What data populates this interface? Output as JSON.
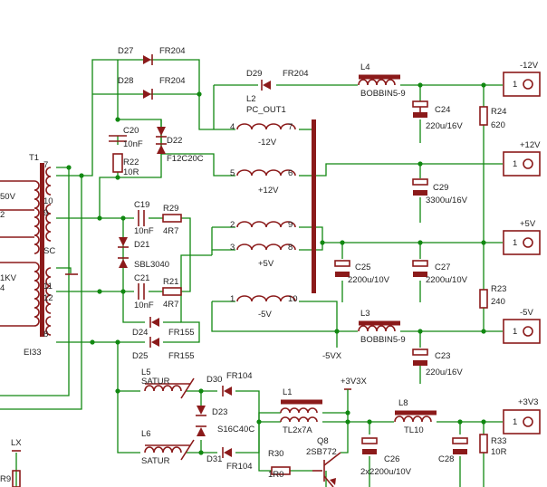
{
  "transformer": {
    "ref": "T1",
    "type": "EI33",
    "pins": [
      "7",
      "10",
      "9",
      "SC",
      "11",
      "12",
      "8"
    ],
    "left_labels": [
      "50V",
      "2",
      "",
      "1KV",
      "4"
    ]
  },
  "output_transformer": {
    "ref": "L2",
    "value": "PC_OUT1",
    "pin_labels": [
      "4",
      "7",
      "5",
      "6",
      "2",
      "9",
      "3",
      "8",
      "1",
      "10"
    ],
    "windings": [
      "-12V",
      "+12V",
      "+5V",
      "-5V"
    ]
  },
  "diodes": {
    "d27": {
      "ref": "D27",
      "value": "FR204"
    },
    "d28": {
      "ref": "D28",
      "value": "FR204"
    },
    "d29": {
      "ref": "D29",
      "value": "FR204"
    },
    "d22": {
      "ref": "D22",
      "value": "F12C20C"
    },
    "d21": {
      "ref": "D21",
      "value": "SBL3040"
    },
    "d24": {
      "ref": "D24",
      "value": "FR155"
    },
    "d25": {
      "ref": "D25",
      "value": "FR155"
    },
    "d30": {
      "ref": "D30",
      "value": "FR104"
    },
    "d31": {
      "ref": "D31",
      "value": "FR104"
    },
    "d23": {
      "ref": "D23",
      "value": "S16C40C"
    }
  },
  "capacitors": {
    "c20": {
      "ref": "C20",
      "value": "10nF"
    },
    "c19": {
      "ref": "C19",
      "value": "10nF"
    },
    "c21": {
      "ref": "C21",
      "value": "10nF"
    },
    "c24": {
      "ref": "C24",
      "value": "220u/16V"
    },
    "c29": {
      "ref": "C29",
      "value": "3300u/16V"
    },
    "c25": {
      "ref": "C25",
      "value": "2200u/10V"
    },
    "c27": {
      "ref": "C27",
      "value": "2200u/10V"
    },
    "c23": {
      "ref": "C23",
      "value": "220u/16V"
    },
    "c26": {
      "ref": "C26",
      "value": "2x2200u/10V"
    },
    "c28": {
      "ref": "C28",
      "value": ""
    }
  },
  "resistors": {
    "r22": {
      "ref": "R22",
      "value": "10R"
    },
    "r29": {
      "ref": "R29",
      "value": "4R7"
    },
    "r21": {
      "ref": "R21",
      "value": "4R7"
    },
    "r24": {
      "ref": "R24",
      "value": "620"
    },
    "r23": {
      "ref": "R23",
      "value": "240"
    },
    "r30": {
      "ref": "R30",
      "value": "1R0"
    },
    "r33": {
      "ref": "R33",
      "value": "10R"
    },
    "r9": {
      "ref": "R9"
    }
  },
  "inductors": {
    "l4": {
      "ref": "L4",
      "value": "BOBBIN5-9"
    },
    "l3": {
      "ref": "L3",
      "value": "BOBBIN5-9"
    },
    "l5": {
      "ref": "L5",
      "value": "SATUR"
    },
    "l6": {
      "ref": "L6",
      "value": "SATUR"
    },
    "l1": {
      "ref": "L1",
      "value": "TL2x7A"
    },
    "l8": {
      "ref": "L8",
      "value": "TL10"
    }
  },
  "transistor": {
    "ref": "Q8",
    "value": "2SB772"
  },
  "nets": {
    "m5vx": "-5VX",
    "p3v3x": "+3V3X",
    "lx": "LX"
  },
  "connectors": [
    {
      "label": "-12V",
      "pin": "1"
    },
    {
      "label": "+12V",
      "pin": "1"
    },
    {
      "label": "+5V",
      "pin": "1"
    },
    {
      "label": "-5V",
      "pin": "1"
    },
    {
      "label": "+3V3",
      "pin": "1"
    }
  ],
  "colors": {
    "wire": "#118811",
    "component": "#8b1a1a",
    "text": "#222222"
  }
}
